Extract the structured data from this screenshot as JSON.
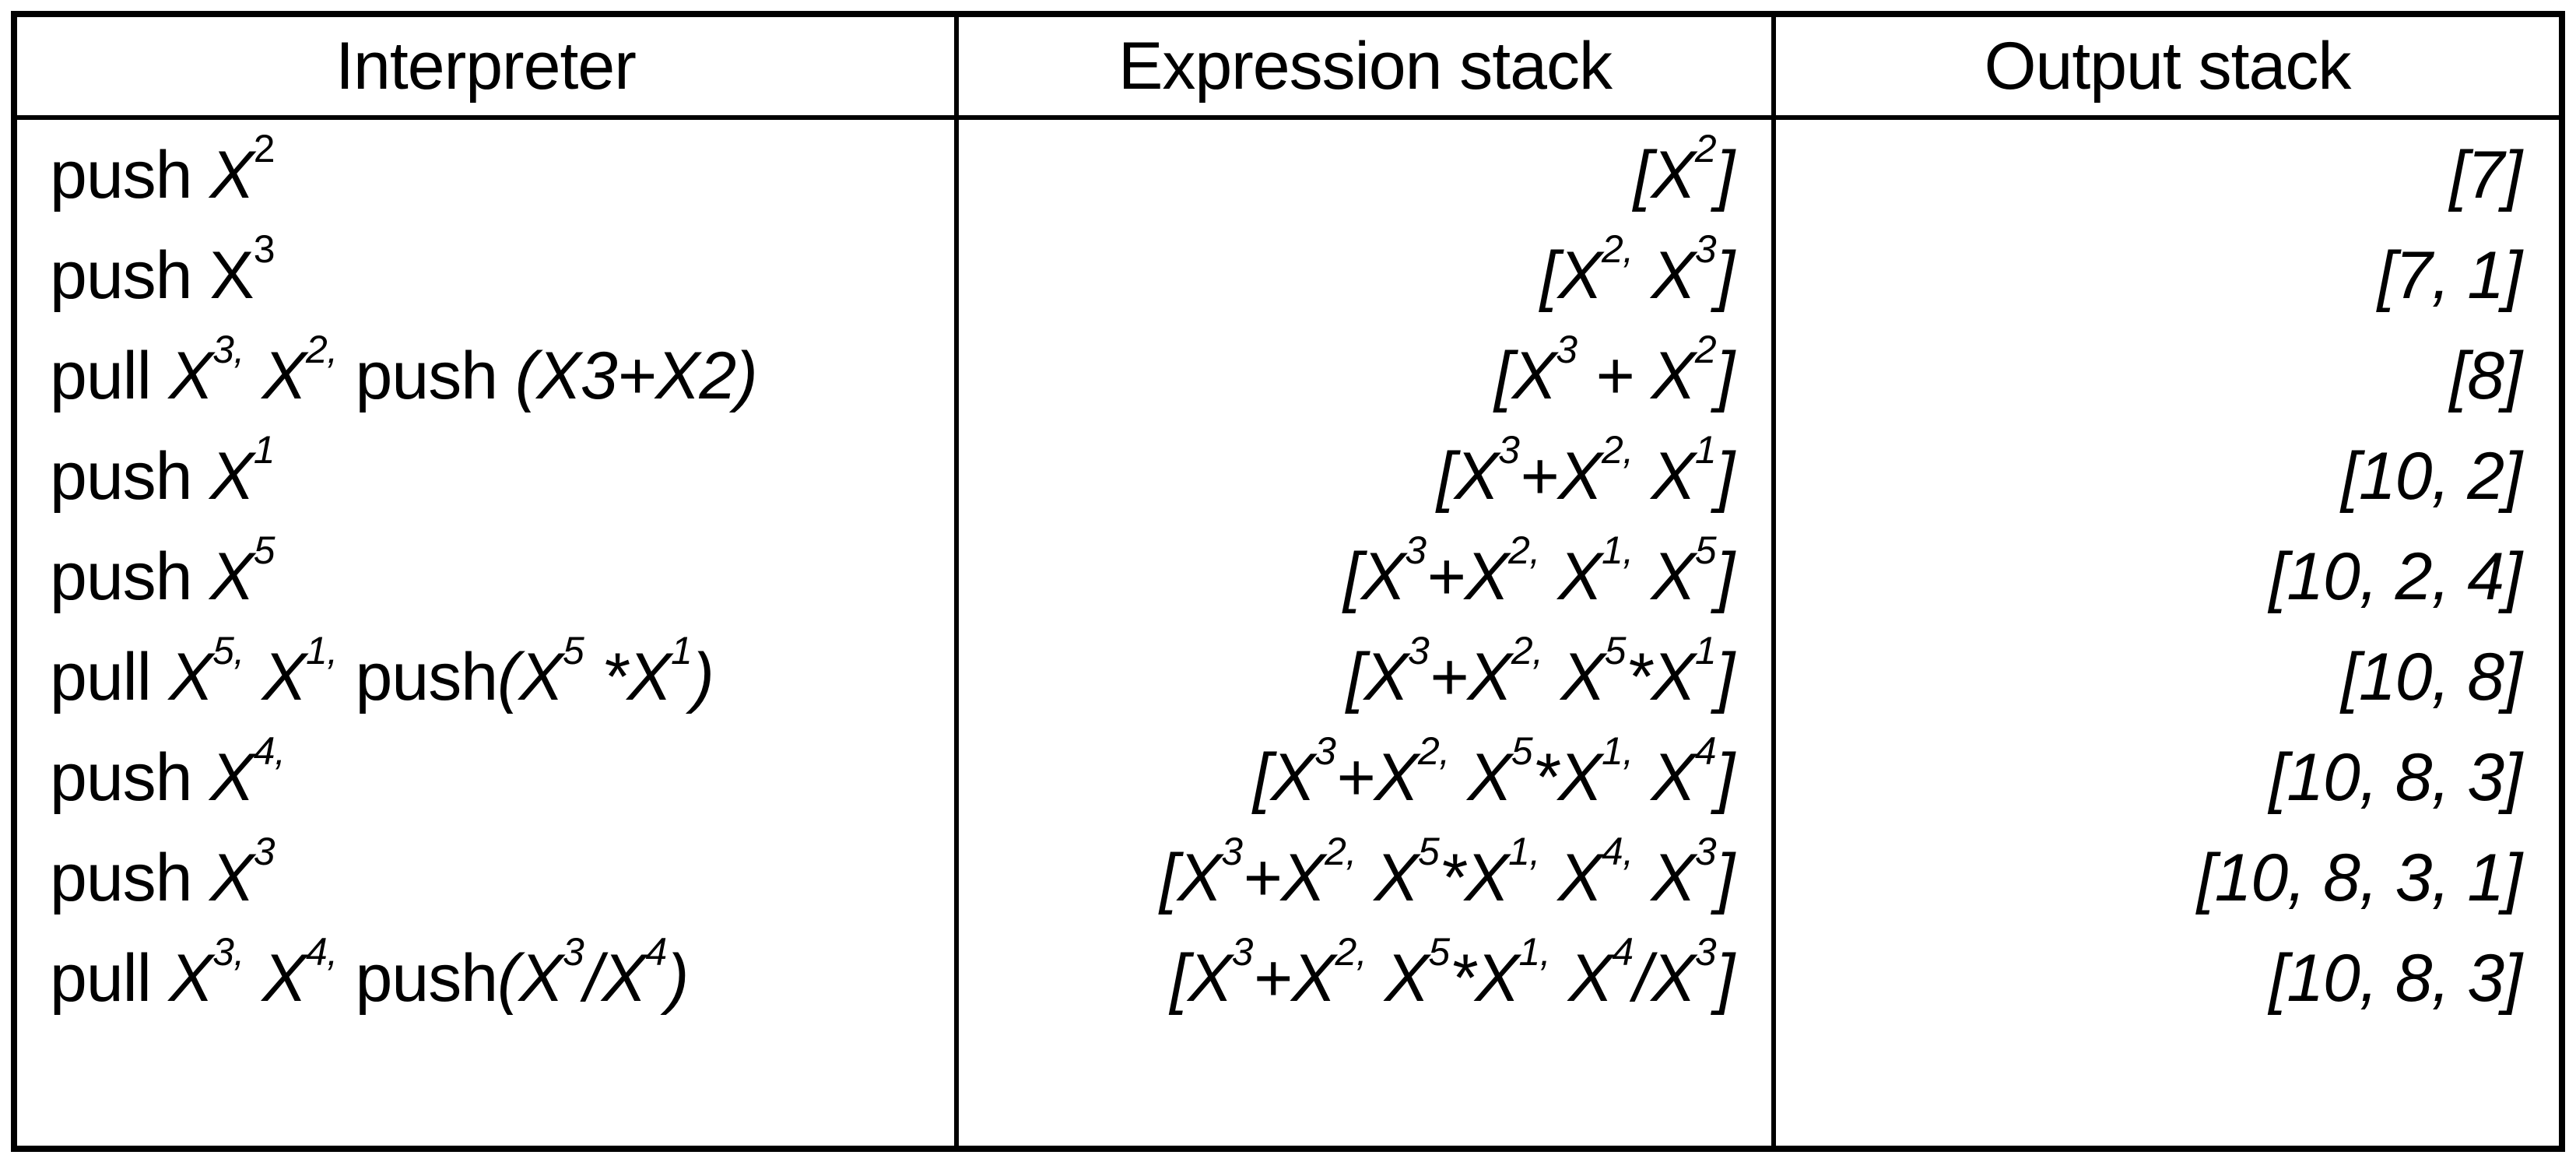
{
  "colors": {
    "background": "#ffffff",
    "border": "#000000",
    "text": "#000000"
  },
  "table": {
    "headers": [
      "Interpreter",
      "Expression stack",
      "Output stack"
    ],
    "rows_plain": [
      {
        "interpreter": "push X₂",
        "expression_stack": "[X₂]",
        "output_stack": "[7]"
      },
      {
        "interpreter": "push X₃",
        "expression_stack": "[X₂, X₃]",
        "output_stack": "[7, 1]"
      },
      {
        "interpreter": "pull X₃, X₂, push (X3+X2)",
        "expression_stack": "[X₃ + X₂]",
        "output_stack": "[8]"
      },
      {
        "interpreter": "push X₁",
        "expression_stack": "[X₃+X₂, X₁]",
        "output_stack": "[10, 2]"
      },
      {
        "interpreter": "push X₅",
        "expression_stack": "[X₃+X₂, X₁, X₅]",
        "output_stack": "[10, 2, 4]"
      },
      {
        "interpreter": "pull X₅, X₁, push(X₅ *X₁)",
        "expression_stack": "[X₃+X₂, X₅*X₁]",
        "output_stack": "[10, 8]"
      },
      {
        "interpreter": "push X₄,",
        "expression_stack": "[X₃+X₂, X₅*X₁, X₄]",
        "output_stack": "[10, 8, 3]"
      },
      {
        "interpreter": "push X₃",
        "expression_stack": "[X₃+X₂, X₅*X₁, X₄, X₃]",
        "output_stack": "[10, 8, 3, 1]"
      },
      {
        "interpreter": "pull X₃, X₄, push(X₃/X₄)",
        "expression_stack": "[X₃+X₂, X₅*X₁, X₄/X₃]",
        "output_stack": "[10, 8, 3]"
      }
    ],
    "rows_rich": [
      [
        [
          [
            "push ",
            ""
          ],
          [
            "X",
            "i"
          ],
          [
            "2",
            "s"
          ]
        ],
        [
          [
            "[X",
            ""
          ],
          [
            "2",
            "s"
          ],
          [
            "]",
            ""
          ]
        ],
        [
          [
            "[7]",
            ""
          ]
        ]
      ],
      [
        [
          [
            "push ",
            ""
          ],
          [
            "X",
            ""
          ],
          [
            "3",
            "s"
          ]
        ],
        [
          [
            "[X",
            ""
          ],
          [
            "2,",
            "s"
          ],
          [
            " X",
            ""
          ],
          [
            "3",
            "s"
          ],
          [
            "]",
            ""
          ]
        ],
        [
          [
            "[7, 1]",
            ""
          ]
        ]
      ],
      [
        [
          [
            "pull ",
            ""
          ],
          [
            "X",
            "i"
          ],
          [
            "3,",
            "si"
          ],
          [
            " ",
            ""
          ],
          [
            "X",
            "i"
          ],
          [
            "2,",
            "si"
          ],
          [
            " push ",
            ""
          ],
          [
            "(X3+X2)",
            "i"
          ]
        ],
        [
          [
            "[X",
            ""
          ],
          [
            "3",
            "s"
          ],
          [
            " + X",
            ""
          ],
          [
            "2",
            "s"
          ],
          [
            "]",
            ""
          ]
        ],
        [
          [
            "[8]",
            ""
          ]
        ]
      ],
      [
        [
          [
            "push ",
            ""
          ],
          [
            "X",
            "i"
          ],
          [
            "1",
            "si"
          ]
        ],
        [
          [
            "[X",
            ""
          ],
          [
            "3",
            "s"
          ],
          [
            "+X",
            ""
          ],
          [
            "2,",
            "s"
          ],
          [
            " X",
            ""
          ],
          [
            "1",
            "s"
          ],
          [
            "]",
            ""
          ]
        ],
        [
          [
            "[10, 2]",
            ""
          ]
        ]
      ],
      [
        [
          [
            "push ",
            ""
          ],
          [
            "X",
            "i"
          ],
          [
            "5",
            "si"
          ]
        ],
        [
          [
            "[X",
            ""
          ],
          [
            "3",
            "s"
          ],
          [
            "+X",
            ""
          ],
          [
            "2,",
            "s"
          ],
          [
            " X",
            ""
          ],
          [
            "1,",
            "s"
          ],
          [
            " X",
            ""
          ],
          [
            "5",
            "s"
          ],
          [
            "]",
            ""
          ]
        ],
        [
          [
            "[10, 2, 4]",
            ""
          ]
        ]
      ],
      [
        [
          [
            "pull ",
            ""
          ],
          [
            "X",
            "i"
          ],
          [
            "5,",
            "si"
          ],
          [
            " ",
            ""
          ],
          [
            "X",
            "i"
          ],
          [
            "1,",
            "si"
          ],
          [
            " push",
            ""
          ],
          [
            "(X",
            "i"
          ],
          [
            "5",
            "si"
          ],
          [
            " *X",
            "i"
          ],
          [
            "1",
            "si"
          ],
          [
            ")",
            "i"
          ]
        ],
        [
          [
            "[X",
            ""
          ],
          [
            "3",
            "s"
          ],
          [
            "+X",
            ""
          ],
          [
            "2,",
            "s"
          ],
          [
            " X",
            ""
          ],
          [
            "5",
            "s"
          ],
          [
            "*X",
            ""
          ],
          [
            "1",
            "s"
          ],
          [
            "]",
            ""
          ]
        ],
        [
          [
            "[10, 8]",
            ""
          ]
        ]
      ],
      [
        [
          [
            "push ",
            ""
          ],
          [
            "X",
            "i"
          ],
          [
            "4,",
            "si"
          ]
        ],
        [
          [
            "[X",
            ""
          ],
          [
            "3",
            "s"
          ],
          [
            "+X",
            ""
          ],
          [
            "2,",
            "s"
          ],
          [
            " X",
            ""
          ],
          [
            "5",
            "s"
          ],
          [
            "*X",
            ""
          ],
          [
            "1,",
            "s"
          ],
          [
            " X",
            ""
          ],
          [
            "4",
            "s"
          ],
          [
            "]",
            ""
          ]
        ],
        [
          [
            "[10, 8, 3]",
            ""
          ]
        ]
      ],
      [
        [
          [
            "push ",
            ""
          ],
          [
            "X",
            "i"
          ],
          [
            "3",
            "si"
          ]
        ],
        [
          [
            "[X",
            ""
          ],
          [
            "3",
            "s"
          ],
          [
            "+X",
            ""
          ],
          [
            "2,",
            "s"
          ],
          [
            " X",
            ""
          ],
          [
            "5",
            "s"
          ],
          [
            "*X",
            ""
          ],
          [
            "1,",
            "s"
          ],
          [
            " X",
            ""
          ],
          [
            "4,",
            "s"
          ],
          [
            " X",
            ""
          ],
          [
            "3",
            "s"
          ],
          [
            "]",
            ""
          ]
        ],
        [
          [
            "[10, 8, 3, 1]",
            ""
          ]
        ]
      ],
      [
        [
          [
            "pull ",
            ""
          ],
          [
            "X",
            "i"
          ],
          [
            "3,",
            "si"
          ],
          [
            " ",
            ""
          ],
          [
            "X",
            "i"
          ],
          [
            "4,",
            "si"
          ],
          [
            " push",
            ""
          ],
          [
            "(X",
            "i"
          ],
          [
            "3",
            "si"
          ],
          [
            "/X",
            "i"
          ],
          [
            "4",
            "si"
          ],
          [
            ")",
            "i"
          ]
        ],
        [
          [
            "[X",
            ""
          ],
          [
            "3",
            "s"
          ],
          [
            "+X",
            ""
          ],
          [
            "2,",
            "s"
          ],
          [
            " X",
            ""
          ],
          [
            "5",
            "s"
          ],
          [
            "*X",
            ""
          ],
          [
            "1,",
            "s"
          ],
          [
            " X",
            ""
          ],
          [
            "4",
            "s"
          ],
          [
            "/X",
            ""
          ],
          [
            "3",
            "s"
          ],
          [
            "]",
            ""
          ]
        ],
        [
          [
            "[10, 8, 3]",
            ""
          ]
        ]
      ]
    ]
  },
  "chart_data": {
    "type": "table",
    "title": "Stack interpreter evaluation trace",
    "columns": [
      "Interpreter",
      "Expression stack",
      "Output stack"
    ],
    "rows": [
      [
        "push X₂",
        "[X₂]",
        "[7]"
      ],
      [
        "push X₃",
        "[X₂, X₃]",
        "[7, 1]"
      ],
      [
        "pull X₃, X₂, push (X3+X2)",
        "[X₃ + X₂]",
        "[8]"
      ],
      [
        "push X₁",
        "[X₃+X₂, X₁]",
        "[10, 2]"
      ],
      [
        "push X₅",
        "[X₃+X₂, X₁, X₅]",
        "[10, 2, 4]"
      ],
      [
        "pull X₅, X₁, push(X₅ *X₁)",
        "[X₃+X₂, X₅*X₁]",
        "[10, 8]"
      ],
      [
        "push X₄,",
        "[X₃+X₂, X₅*X₁, X₄]",
        "[10, 8, 3]"
      ],
      [
        "push X₃",
        "[X₃+X₂, X₅*X₁, X₄, X₃]",
        "[10, 8, 3, 1]"
      ],
      [
        "pull X₃, X₄, push(X₃/X₄)",
        "[X₃+X₂, X₅*X₁, X₄/X₃]",
        "[10, 8, 3]"
      ]
    ]
  }
}
